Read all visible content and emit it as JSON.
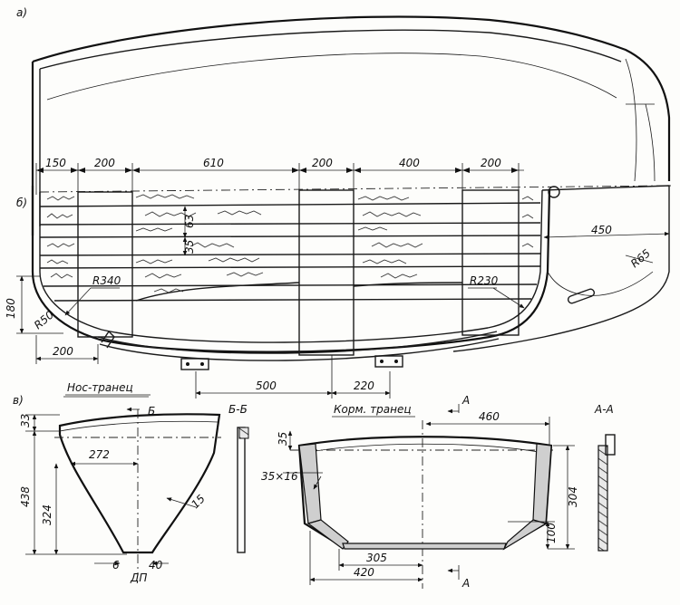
{
  "labels": {
    "view_a": "а)",
    "view_b": "б)",
    "view_c": "в)",
    "bow_transom": "Нос-транец",
    "stern_transom": "Корм. транец",
    "section_b": "Б-Б",
    "section_a": "А-А",
    "cut_b": "Б",
    "cut_a": "А",
    "center_plane": "ДП"
  },
  "dimensions": {
    "d150": "150",
    "d200": "200",
    "d610": "610",
    "d400": "400",
    "d63": "63",
    "d35": "35",
    "d450": "450",
    "r65": "R65",
    "r340": "R340",
    "r230": "R230",
    "d180": "180",
    "r50": "R50",
    "d500": "500",
    "d220": "220",
    "d33": "33",
    "d438": "438",
    "d324": "324",
    "d272": "272",
    "d15": "15",
    "d6": "6",
    "d40": "40",
    "d460": "460",
    "d35x16": "35×16",
    "d304": "304",
    "d100": "100",
    "d305": "305",
    "d420": "420"
  }
}
